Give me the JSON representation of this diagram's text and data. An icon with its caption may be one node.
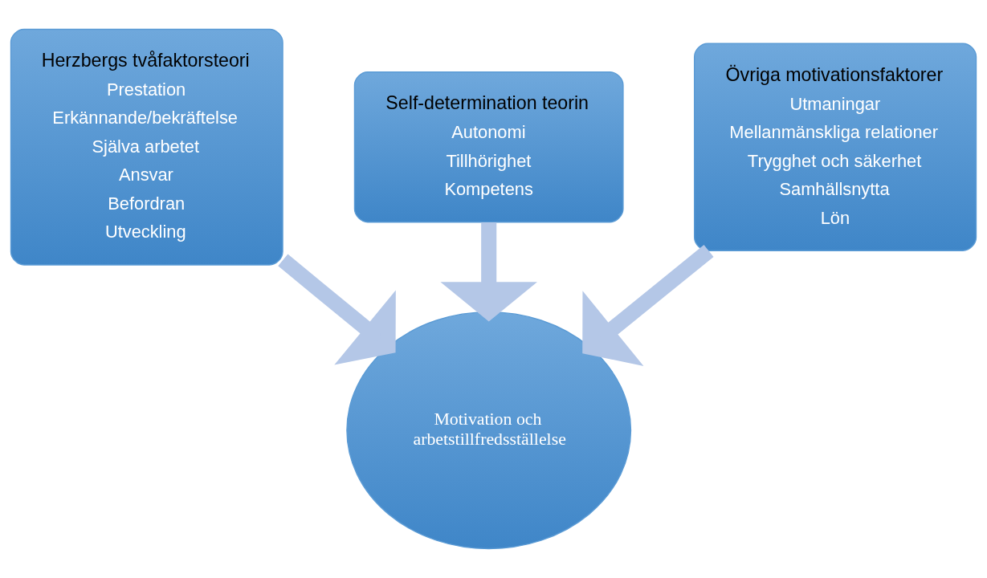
{
  "diagram": {
    "nodes": [
      {
        "text": [
          "Self-determination teorin",
          "Autonomi",
          "Tillhörighet",
          "Kompetens"
        ]
      },
      {
        "text": [
          "Herzbergs tvåfaktorsteori",
          "Prestation",
          "Erkännande/bekräftelse",
          "Själva arbetet",
          "Ansvar",
          "Befordran",
          "Utveckling"
        ]
      },
      {
        "text": [
          "Övriga motivationsfaktorer",
          "Utmaningar",
          "Mellanmänskliga relationer",
          "Trygghet och säkerhet",
          "Samhällsnytta",
          "Lön"
        ]
      },
      {
        "text": [
          "Motivation och arbetstillfredsställelse"
        ]
      }
    ],
    "edges": [
      {
        "from": 0,
        "to": 3,
        "arrow": "to"
      },
      {
        "from": 1,
        "to": 3,
        "arrow": "to"
      },
      {
        "from": 2,
        "to": 3,
        "arrow": "to"
      }
    ]
  }
}
